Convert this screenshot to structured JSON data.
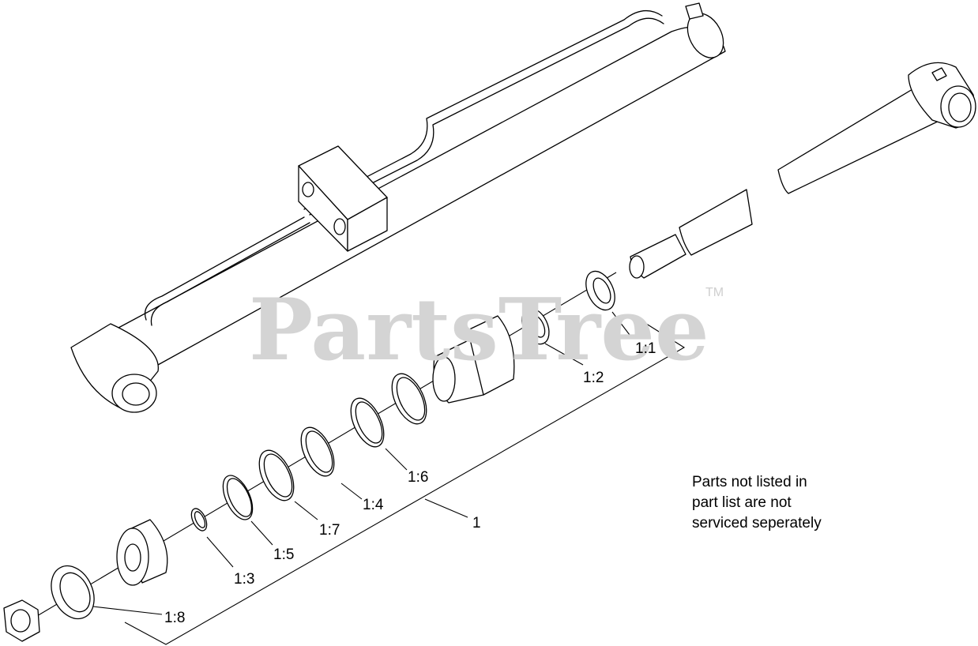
{
  "watermark": {
    "text": "PartsTree",
    "trademark": "TM"
  },
  "callouts": {
    "c1": "1",
    "c1_1": "1:1",
    "c1_2": "1:2",
    "c1_3": "1:3",
    "c1_4": "1:4",
    "c1_5": "1:5",
    "c1_6": "1:6",
    "c1_7": "1:7",
    "c1_8": "1:8"
  },
  "note": {
    "line1": "Parts not listed in",
    "line2": "part list are not",
    "line3": "serviced seperately"
  }
}
